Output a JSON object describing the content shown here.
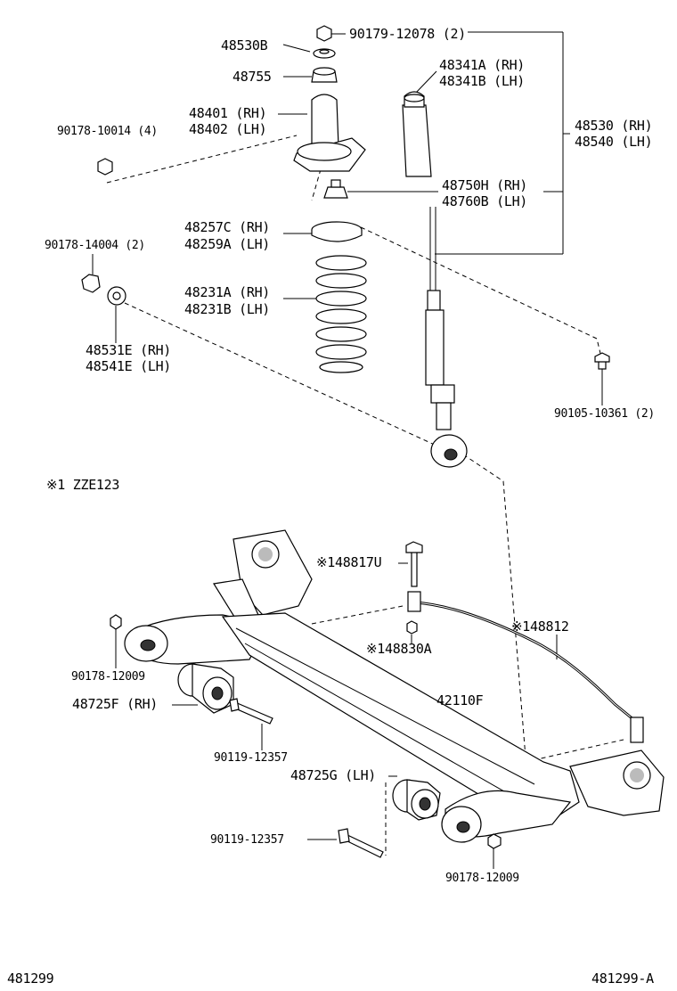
{
  "parts": {
    "p_90179_12078": "90179-12078 (2)",
    "p_48530B": "48530B",
    "p_48755": "48755",
    "p_48341": [
      "48341A (RH)",
      "48341B (LH)"
    ],
    "p_48401": [
      "48401 (RH)",
      "48402 (LH)"
    ],
    "p_90178_10014": "90178-10014 (4)",
    "p_48530": [
      "48530 (RH)",
      "48540 (LH)"
    ],
    "p_48750": [
      "48750H (RH)",
      "48760B (LH)"
    ],
    "p_48257": [
      "48257C (RH)",
      "48259A (LH)"
    ],
    "p_90178_14004": "90178-14004 (2)",
    "p_48231": [
      "48231A (RH)",
      "48231B (LH)"
    ],
    "p_48531": [
      "48531E (RH)",
      "48541E (LH)"
    ],
    "p_90105_10361": "90105-10361 (2)",
    "note_zze": "※1 ZZE123",
    "p_148817U": "※148817U",
    "p_148812": "※148812",
    "p_148830A": "※148830A",
    "p_90178_12009_a": "90178-12009",
    "p_48725F": "48725F (RH)",
    "p_42110F": "42110F",
    "p_90119_12357_a": "90119-12357",
    "p_48725G": "48725G (LH)",
    "p_90119_12357_b": "90119-12357",
    "p_90178_12009_b": "90178-12009"
  },
  "footer": {
    "left": "481299",
    "right": "481299-A"
  }
}
